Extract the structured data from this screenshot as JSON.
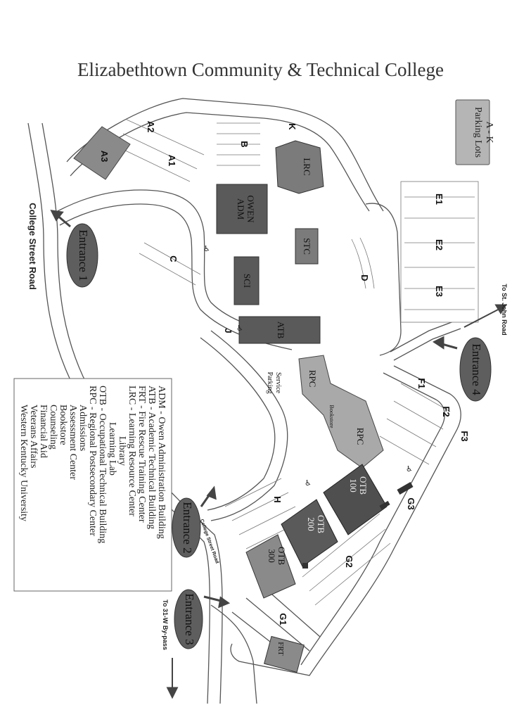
{
  "title": "Elizabethtown Community & Technical College",
  "parking_box": {
    "line1": "Parking Lots",
    "line2": "A - K"
  },
  "roads": {
    "college_street_road": "College Street Road",
    "college_street_road_small": "College Street Road",
    "to_st_john": "To St. John Road",
    "to_bypass": "To 31-W By-pass"
  },
  "entrances": [
    "Entrance 1",
    "Entrance 2",
    "Entrance 3",
    "Entrance 4"
  ],
  "lots": [
    "A1",
    "A2",
    "A3",
    "B",
    "C",
    "D",
    "E1",
    "E2",
    "E3",
    "F1",
    "F2",
    "F3",
    "G1",
    "G2",
    "G3",
    "H",
    "J",
    "K"
  ],
  "buildings": {
    "owen_line1": "OWEN",
    "owen_line2": "ADM",
    "lrc": "LRC",
    "stc": "STC",
    "sci": "SCI",
    "atb": "ATB",
    "rpc1": "RPC",
    "rpc2": "RPC",
    "bookstore": "Bookstore",
    "otb100_line1": "OTB",
    "otb100_line2": "100",
    "otb200_line1": "OTB",
    "otb200_line2": "200",
    "otb300_line1": "OTB",
    "otb300_line2": "300",
    "frt": "FRT"
  },
  "service_parking": {
    "line1": "Service",
    "line2": "Parking"
  },
  "legend": [
    "ADM - Owen Administration Building",
    "ATB - Academic Technical Building",
    "FRT - Fire Rescue Training Center",
    "LRC - Learning Resource Center",
    "Library",
    "Learning Lab",
    "OTB - Occupational Technical Building",
    "RPC - Regional Postsecondary Center",
    "Admissions",
    "Assessment Center",
    "Bookstore",
    "Counseling",
    "Financial Aid",
    "Veterans Affairs",
    "Western Kentucky University"
  ],
  "icons": {
    "accessible_parking": "wheelchair-icon",
    "direction": "arrow-icon"
  },
  "colors": {
    "building_dark": "#5a5a5a",
    "building_mid": "#7b7b7b",
    "building_light": "#a9a9a9",
    "entrance_oval": "#5e5e5e",
    "road_line": "#555555"
  }
}
